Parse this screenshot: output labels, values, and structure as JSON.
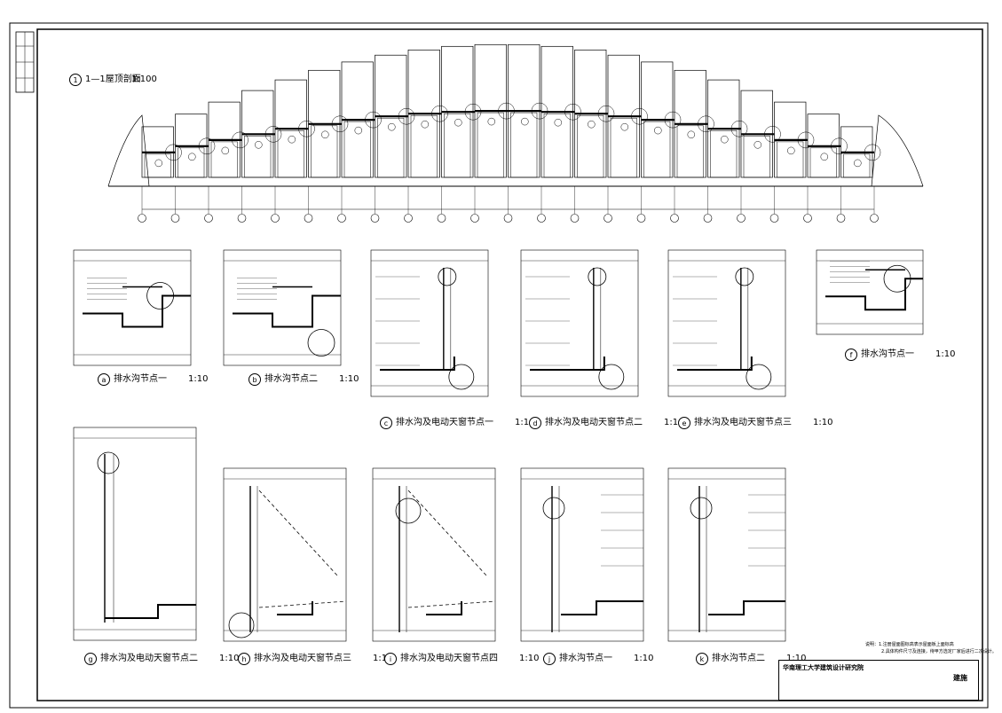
{
  "section": {
    "marker": "1",
    "title": "1—1屋顶剖面",
    "scale": "1:100"
  },
  "details": [
    {
      "marker": "a",
      "title": "排水沟节点一",
      "scale": "1:10"
    },
    {
      "marker": "b",
      "title": "排水沟节点二",
      "scale": "1:10"
    },
    {
      "marker": "c",
      "title": "排水沟及电动天窗节点一",
      "scale": "1:10"
    },
    {
      "marker": "d",
      "title": "排水沟及电动天窗节点二",
      "scale": "1:10"
    },
    {
      "marker": "e",
      "title": "排水沟及电动天窗节点三",
      "scale": "1:10"
    },
    {
      "marker": "f",
      "title": "排水沟节点一",
      "scale": "1:10"
    },
    {
      "marker": "g",
      "title": "排水沟及电动天窗节点二",
      "scale": "1:10"
    },
    {
      "marker": "h",
      "title": "排水沟及电动天窗节点三",
      "scale": "1:10"
    },
    {
      "marker": "i",
      "title": "排水沟及电动天窗节点四",
      "scale": "1:10"
    },
    {
      "marker": "j",
      "title": "排水沟节点一",
      "scale": "1:10"
    },
    {
      "marker": "k",
      "title": "排水沟节点二",
      "scale": "1:10"
    }
  ],
  "notes": [
    "说明：1.注册屋面图标高表示屋面板上面标高",
    "2.具体构件尺寸及连接，待甲方选定厂家后进行二次设计。"
  ],
  "titleblock": {
    "org": "华南理工大学建筑设计研究院",
    "drawing_no": "建施"
  },
  "colors": {
    "line": "#000000",
    "paper": "#ffffff"
  }
}
